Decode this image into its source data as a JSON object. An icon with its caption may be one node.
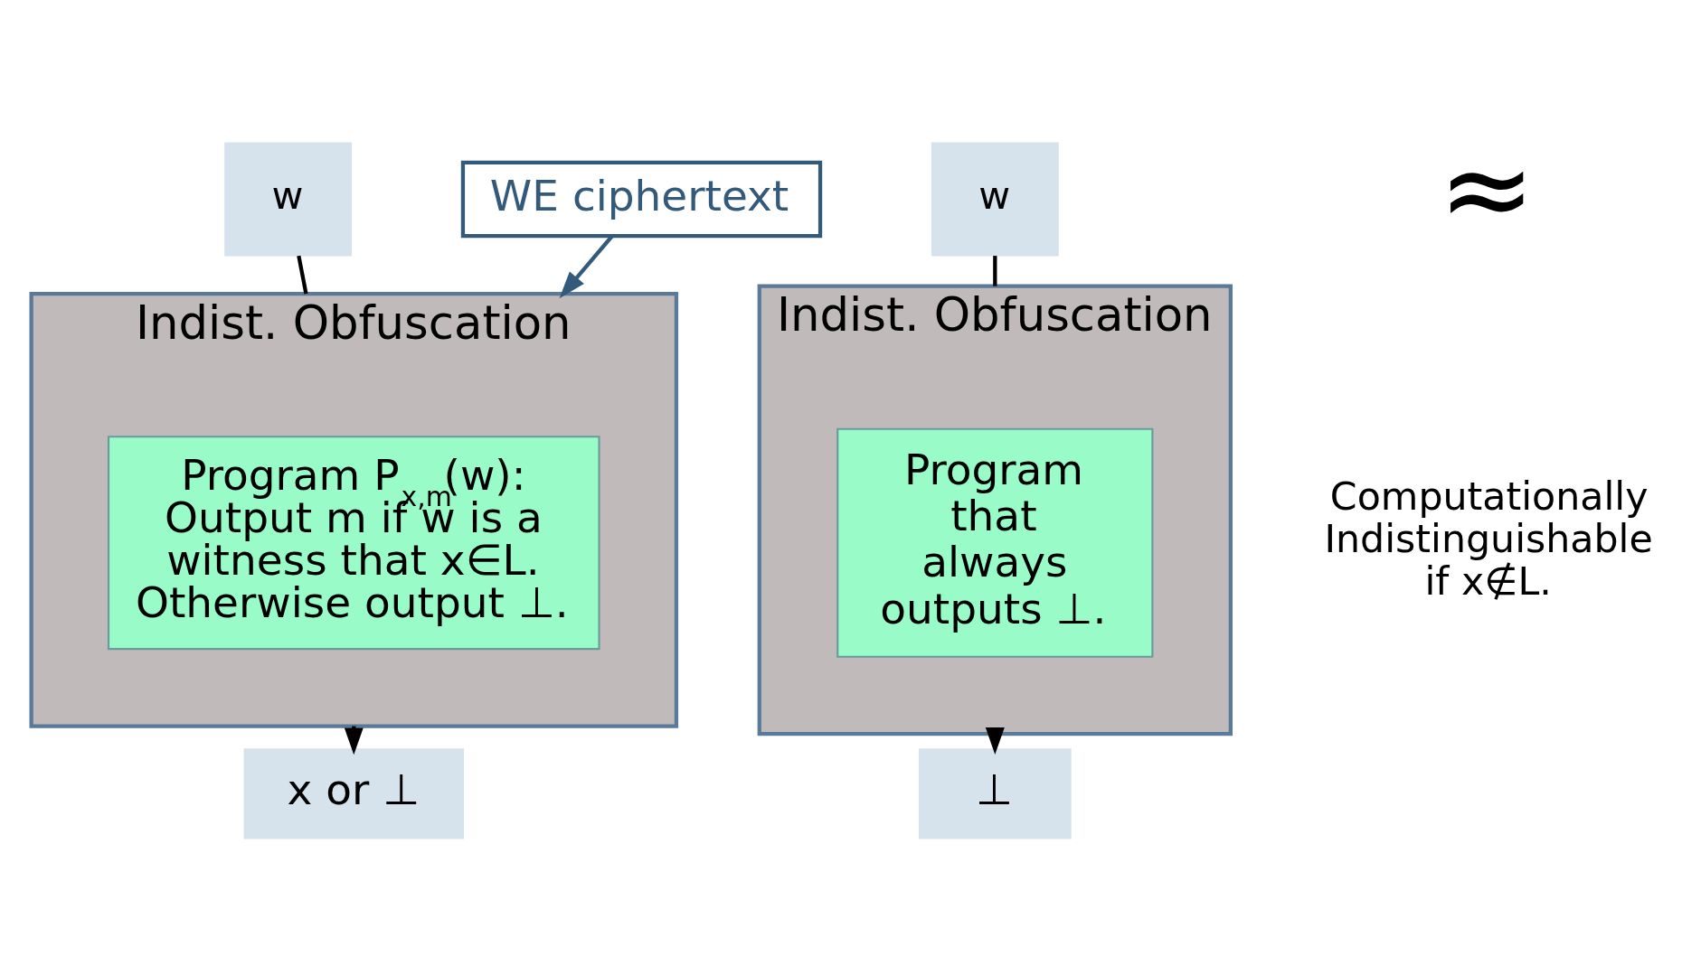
{
  "diagram": {
    "nodes": [
      {
        "text": [
          "w"
        ]
      },
      {
        "text": [
          "WE ciphertext"
        ]
      },
      {
        "text": [
          "w"
        ]
      },
      {
        "text": [
          "Indist. Obfuscation"
        ]
      },
      {
        "text": [
          "Program P$_{x,m}$(w): Output m if w is a witness that x∈L. Otherwise output ⊥."
        ],
        "in": 3
      },
      {
        "text": [
          "Indist. Obfuscation"
        ]
      },
      {
        "text": [
          "Program that always outputs ⊥."
        ],
        "in": 5
      },
      {
        "text": [
          "x or ⊥"
        ]
      },
      {
        "text": [
          "⊥"
        ]
      }
    ],
    "edges": [
      {
        "from": 0,
        "to": 3,
        "arrow": "none"
      },
      {
        "from": 1,
        "to": 3,
        "arrow": "to",
        "color": "#335a7a"
      },
      {
        "from": 2,
        "to": 5,
        "arrow": "none"
      },
      {
        "from": 3,
        "to": 7,
        "arrow": "to"
      },
      {
        "from": 5,
        "to": 8,
        "arrow": "to"
      }
    ],
    "labels": [
      "≈",
      "Computationally Indistinguishable if x∉L."
    ]
  }
}
